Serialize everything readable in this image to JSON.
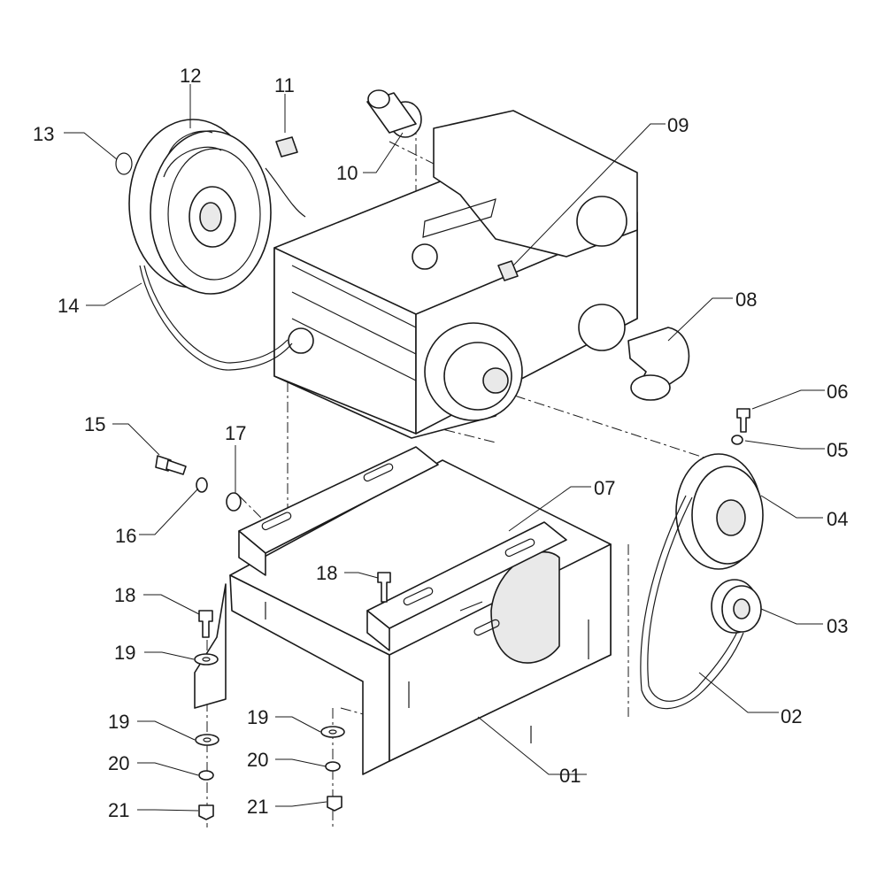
{
  "callouts": [
    {
      "id": "01",
      "text": "01"
    },
    {
      "id": "02",
      "text": "02"
    },
    {
      "id": "03",
      "text": "03"
    },
    {
      "id": "04",
      "text": "04"
    },
    {
      "id": "05",
      "text": "05"
    },
    {
      "id": "06",
      "text": "06"
    },
    {
      "id": "07",
      "text": "07"
    },
    {
      "id": "08",
      "text": "08"
    },
    {
      "id": "09",
      "text": "09"
    },
    {
      "id": "10",
      "text": "10"
    },
    {
      "id": "11",
      "text": "11"
    },
    {
      "id": "12",
      "text": "12"
    },
    {
      "id": "13",
      "text": "13"
    },
    {
      "id": "14",
      "text": "14"
    },
    {
      "id": "15",
      "text": "15"
    },
    {
      "id": "16",
      "text": "16"
    },
    {
      "id": "17",
      "text": "17"
    },
    {
      "id": "18",
      "text": "18"
    },
    {
      "id": "19",
      "text": "19"
    },
    {
      "id": "20",
      "text": "20"
    },
    {
      "id": "21",
      "text": "21"
    }
  ],
  "colors": {
    "line": "#1a1a1a",
    "background": "#ffffff",
    "shade": "#e9e9e9"
  }
}
